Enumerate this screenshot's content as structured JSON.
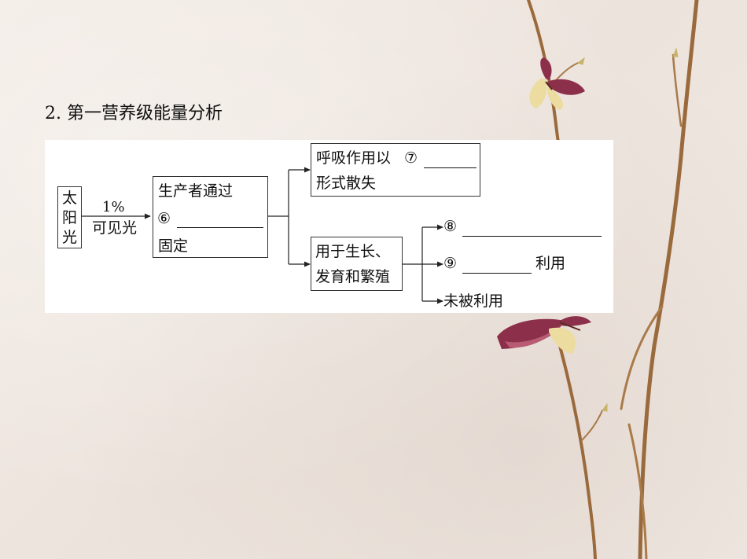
{
  "heading": "2. 第一营养级能量分析",
  "diagram": {
    "sun": [
      "太",
      "阳",
      "光"
    ],
    "arrow_top": "1%",
    "arrow_bottom": "可见光",
    "producer": {
      "line1": "生产者通过",
      "mark": "⑥",
      "line3": "固定"
    },
    "respiration": {
      "line1": "呼吸作用以",
      "mark": "⑦",
      "line2": "形式散失"
    },
    "growth": {
      "line1": "用于生长、",
      "line2": "发育和繁殖"
    },
    "outputs": {
      "item8_mark": "⑧",
      "item9_mark": "⑨",
      "item9_text": "利用",
      "item10_text": "未被利用"
    }
  },
  "colors": {
    "branch": "#9a6a3c",
    "moth_purple": "#8b2f4a",
    "moth_cream": "#ecdca0"
  }
}
